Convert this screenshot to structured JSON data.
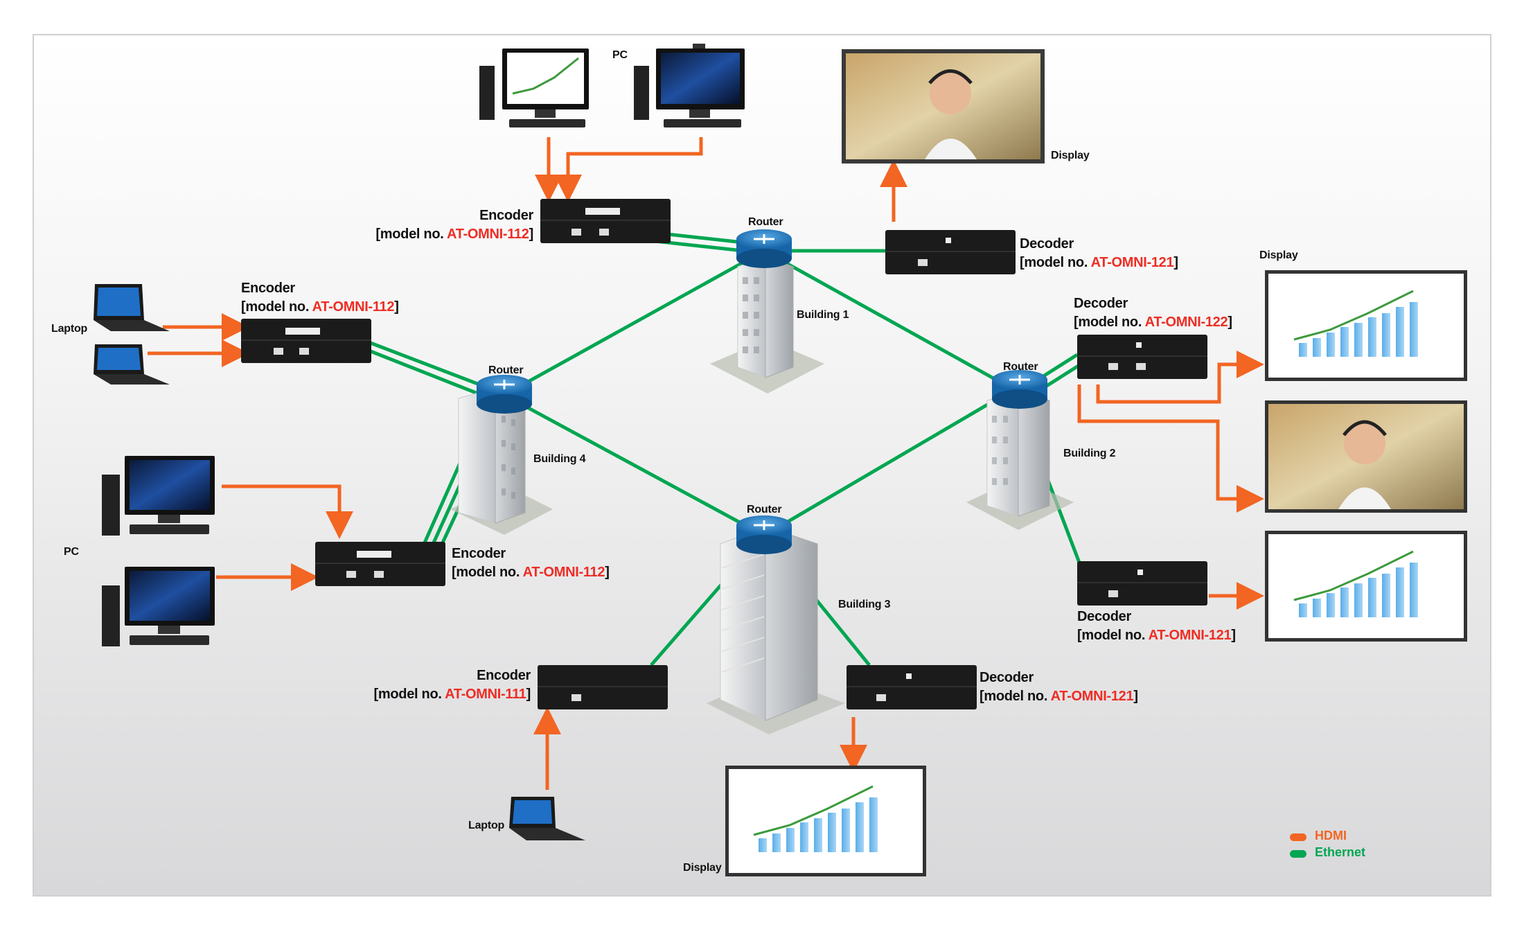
{
  "colors": {
    "hdmi": "#f26522",
    "ethernet": "#00a651",
    "model_red": "#ee2d24",
    "router_blue": "#1f77b4"
  },
  "routers": [
    "Router",
    "Router",
    "Router",
    "Router"
  ],
  "buildings": [
    "Building 1",
    "Building 2",
    "Building 3",
    "Building 4"
  ],
  "sources": {
    "pc_top": "PC",
    "pc_left": "PC",
    "laptop_left": "Laptop",
    "laptop_bottom": "Laptop"
  },
  "displays": {
    "top_right": "Display",
    "right": "Display",
    "bottom": "Display"
  },
  "devices": [
    {
      "type": "Encoder",
      "prefix": "[model no. ",
      "model": "AT-OMNI-112",
      "suffix": "]"
    },
    {
      "type": "Encoder",
      "prefix": "[model no. ",
      "model": "AT-OMNI-112",
      "suffix": "]"
    },
    {
      "type": "Encoder",
      "prefix": "[model no. ",
      "model": "AT-OMNI-112",
      "suffix": "]"
    },
    {
      "type": "Encoder",
      "prefix": "[model no. ",
      "model": "AT-OMNI-111",
      "suffix": "]"
    },
    {
      "type": "Decoder",
      "prefix": "[model no. ",
      "model": "AT-OMNI-121",
      "suffix": "]"
    },
    {
      "type": "Decoder",
      "prefix": "[model no. ",
      "model": "AT-OMNI-122",
      "suffix": "]"
    },
    {
      "type": "Decoder",
      "prefix": "[model no. ",
      "model": "AT-OMNI-121",
      "suffix": "]"
    },
    {
      "type": "Decoder",
      "prefix": "[model no. ",
      "model": "AT-OMNI-121",
      "suffix": "]"
    }
  ],
  "legend": [
    {
      "label": "HDMI",
      "color": "#f26522"
    },
    {
      "label": "Ethernet",
      "color": "#00a651"
    }
  ]
}
